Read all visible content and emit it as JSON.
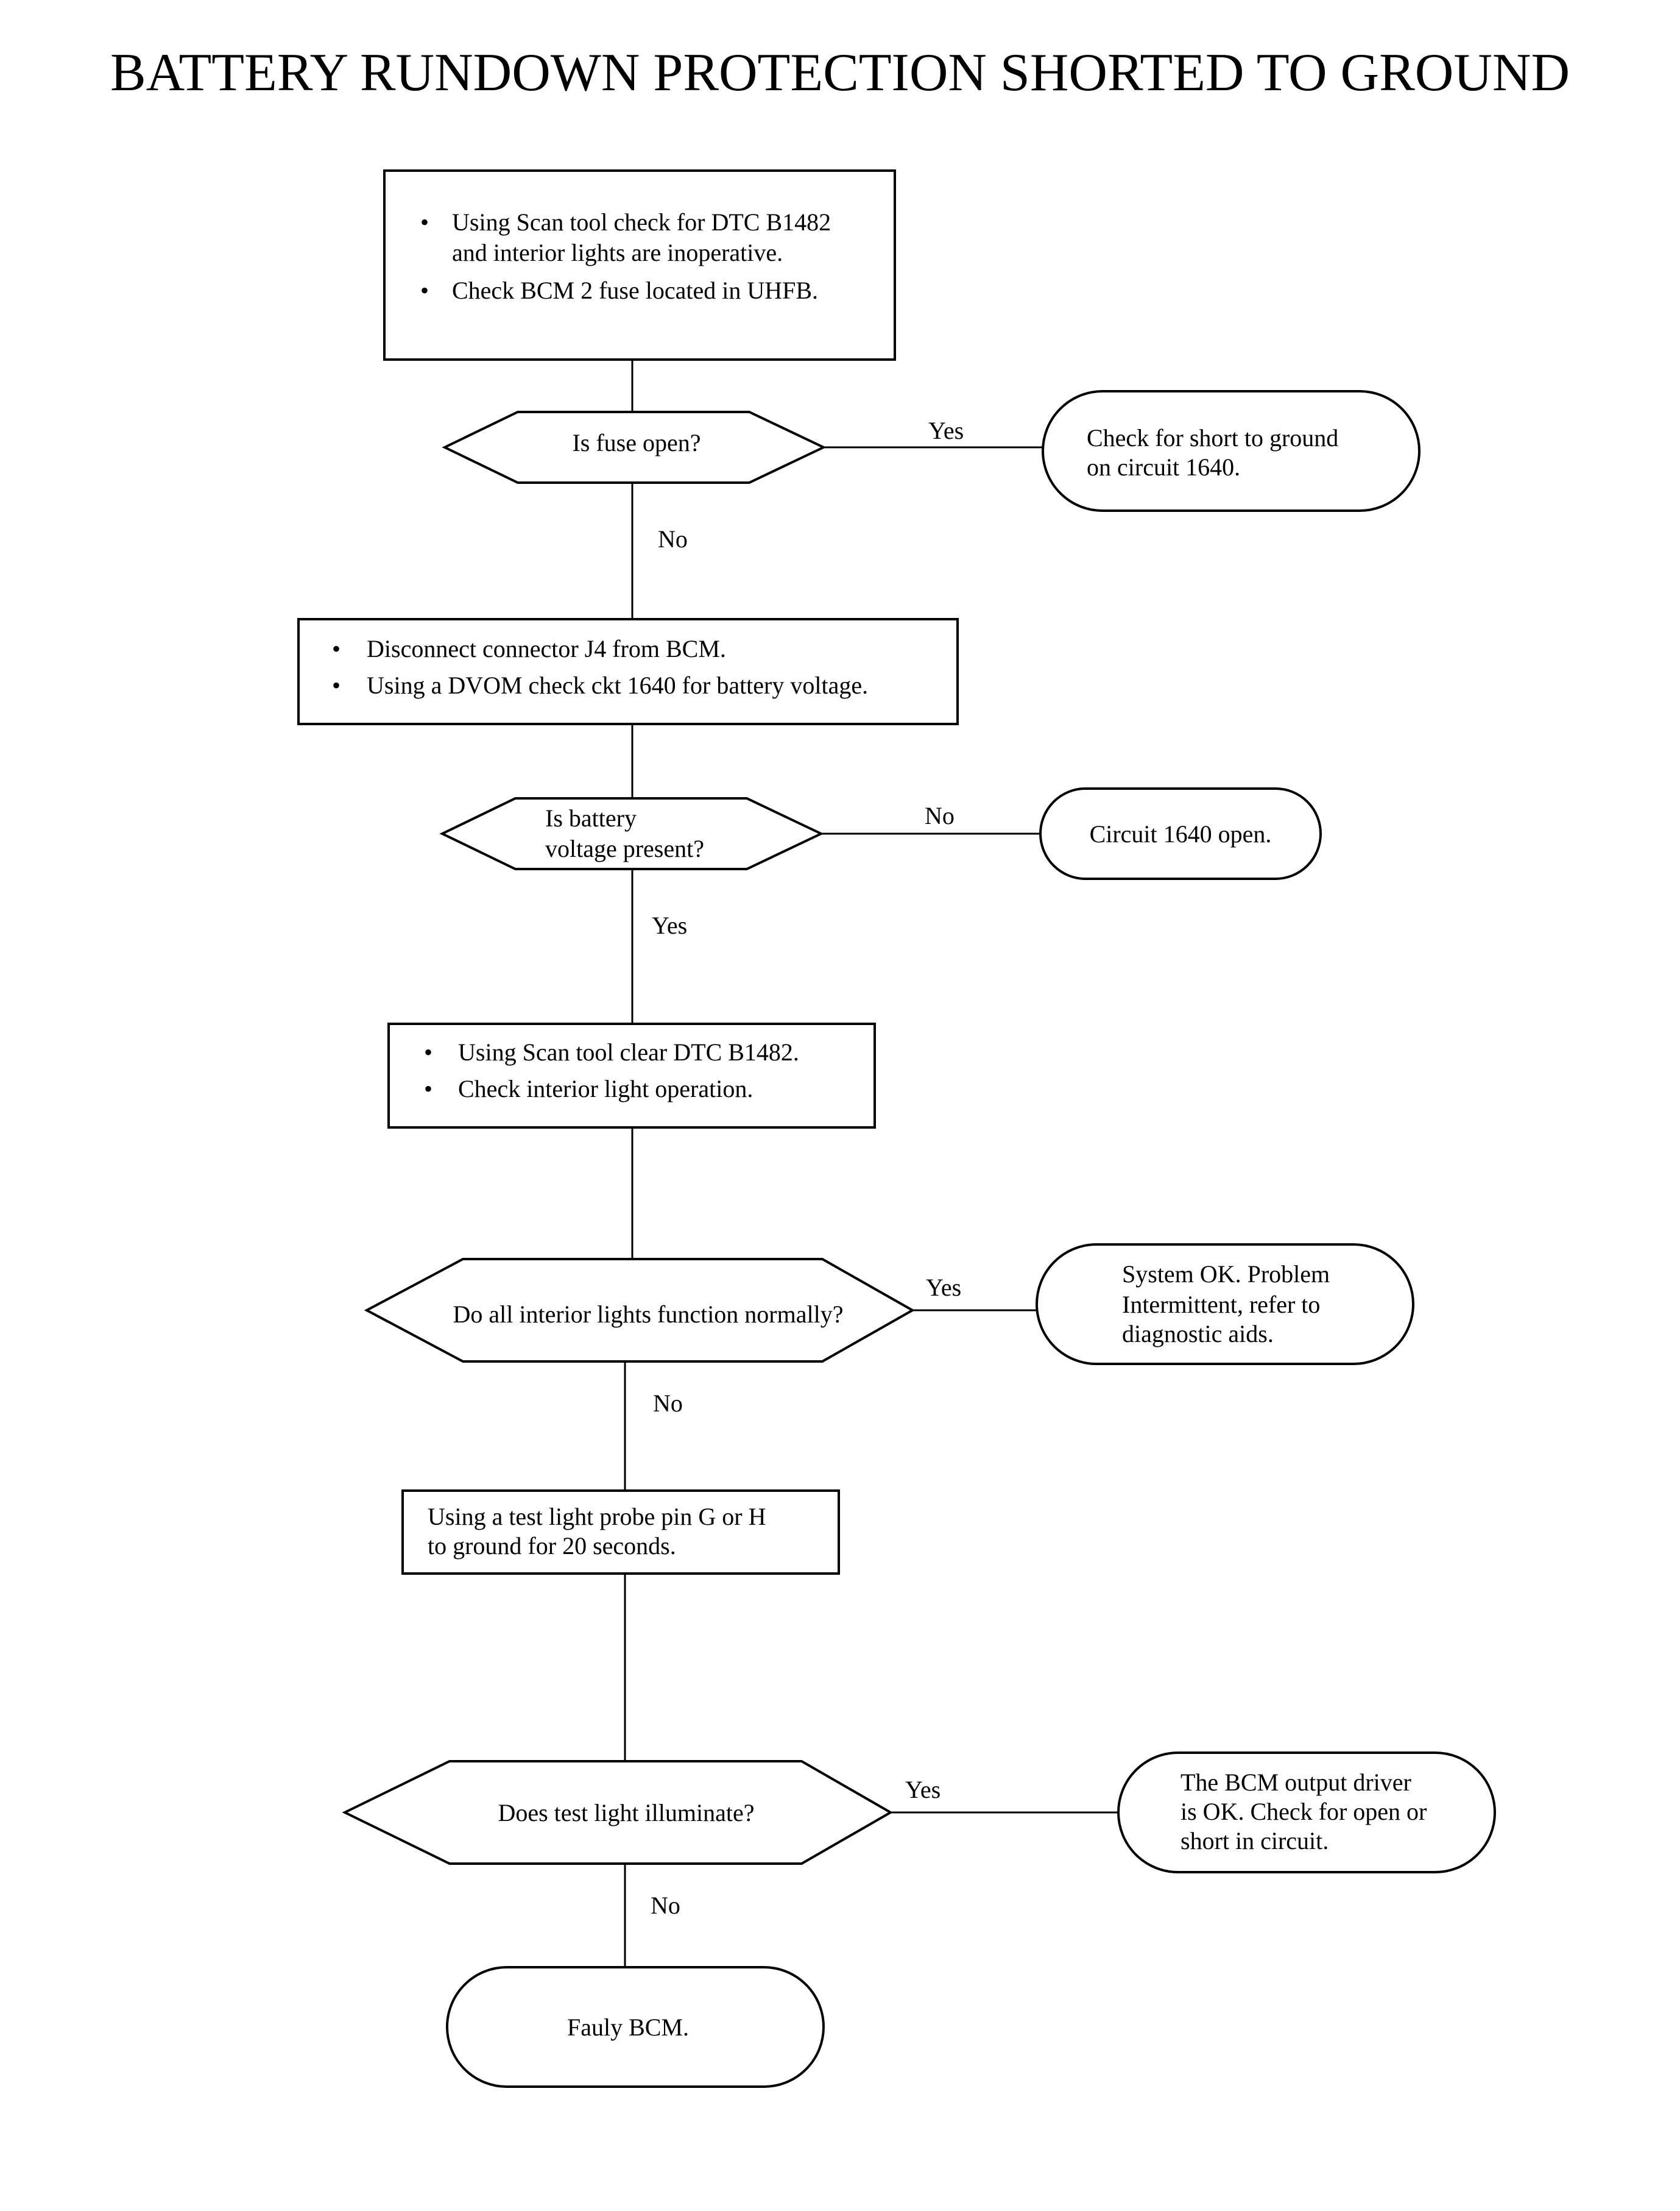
{
  "title": "BATTERY RUNDOWN PROTECTION SHORTED TO GROUND",
  "steps": {
    "step1": {
      "bullets": [
        "Using Scan tool check for DTC B1482",
        "and interior lights are inoperative.",
        "Check BCM 2 fuse located in UHFB."
      ]
    },
    "step2": {
      "bullets": [
        "Disconnect connector J4 from BCM.",
        "Using a DVOM check ckt 1640 for battery voltage."
      ]
    },
    "step3": {
      "bullets": [
        "Using Scan tool clear DTC B1482.",
        "Check interior light operation."
      ]
    },
    "step4": {
      "lines": [
        "Using a test light probe pin G or H",
        "to ground for 20 seconds."
      ]
    }
  },
  "decisions": {
    "d1": {
      "lines": [
        "Is fuse open?"
      ]
    },
    "d2": {
      "lines": [
        "Is battery",
        "voltage present?"
      ]
    },
    "d3": {
      "lines": [
        "Do all interior lights function normally?"
      ]
    },
    "d4": {
      "lines": [
        "Does test light illuminate?"
      ]
    }
  },
  "terminals": {
    "t1": {
      "lines": [
        "Check for short to ground",
        "on circuit 1640."
      ]
    },
    "t2": {
      "lines": [
        "Circuit 1640 open."
      ]
    },
    "t3": {
      "lines": [
        "System OK. Problem",
        "Intermittent, refer to",
        "diagnostic aids."
      ]
    },
    "t4": {
      "lines": [
        "The BCM output driver",
        "is OK. Check for open or",
        "short in circuit."
      ]
    },
    "t5": {
      "lines": [
        "Fauly BCM."
      ]
    }
  },
  "labels": {
    "d1_side": "Yes",
    "d1_down": "No",
    "d2_side": "No",
    "d2_down": "Yes",
    "d3_side": "Yes",
    "d3_down": "No",
    "d4_side": "Yes",
    "d4_down": "No"
  }
}
